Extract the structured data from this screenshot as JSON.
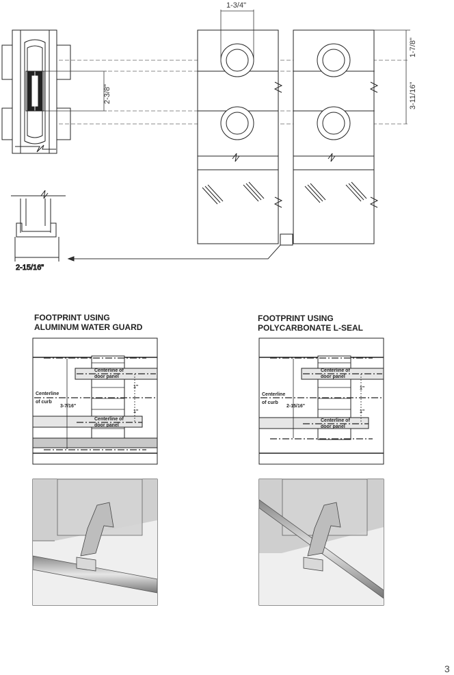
{
  "dimensions": {
    "hole_spacing_top": "1-3/4\"",
    "right_edge_top": "1-7/8\"",
    "right_edge_spacing": "3-11/16\"",
    "left_clamp_spacing": "2-3/8\"",
    "bottom_left_width": "2-15/16\""
  },
  "footprints": [
    {
      "title_line1": "FOOTPRINT USING",
      "title_line2": "ALUMINUM WATER GUARD",
      "centerline_curb_1": "Centerline",
      "centerline_curb_2": "of curb",
      "overall": "3-7/16\"",
      "door_label_1": "Centerline of",
      "door_label_2": "door panel",
      "spacing_top": "1\"",
      "spacing_bottom": "1\""
    },
    {
      "title_line1": "FOOTPRINT USING",
      "title_line2": "POLYCARBONATE L-SEAL",
      "centerline_curb_1": "Centerline",
      "centerline_curb_2": "of curb",
      "overall": "2-15/16\"",
      "door_label_1": "Centerline of",
      "door_label_2": "door panel",
      "spacing_top": "1\"",
      "spacing_bottom": "1\""
    }
  ],
  "page_number": "3"
}
